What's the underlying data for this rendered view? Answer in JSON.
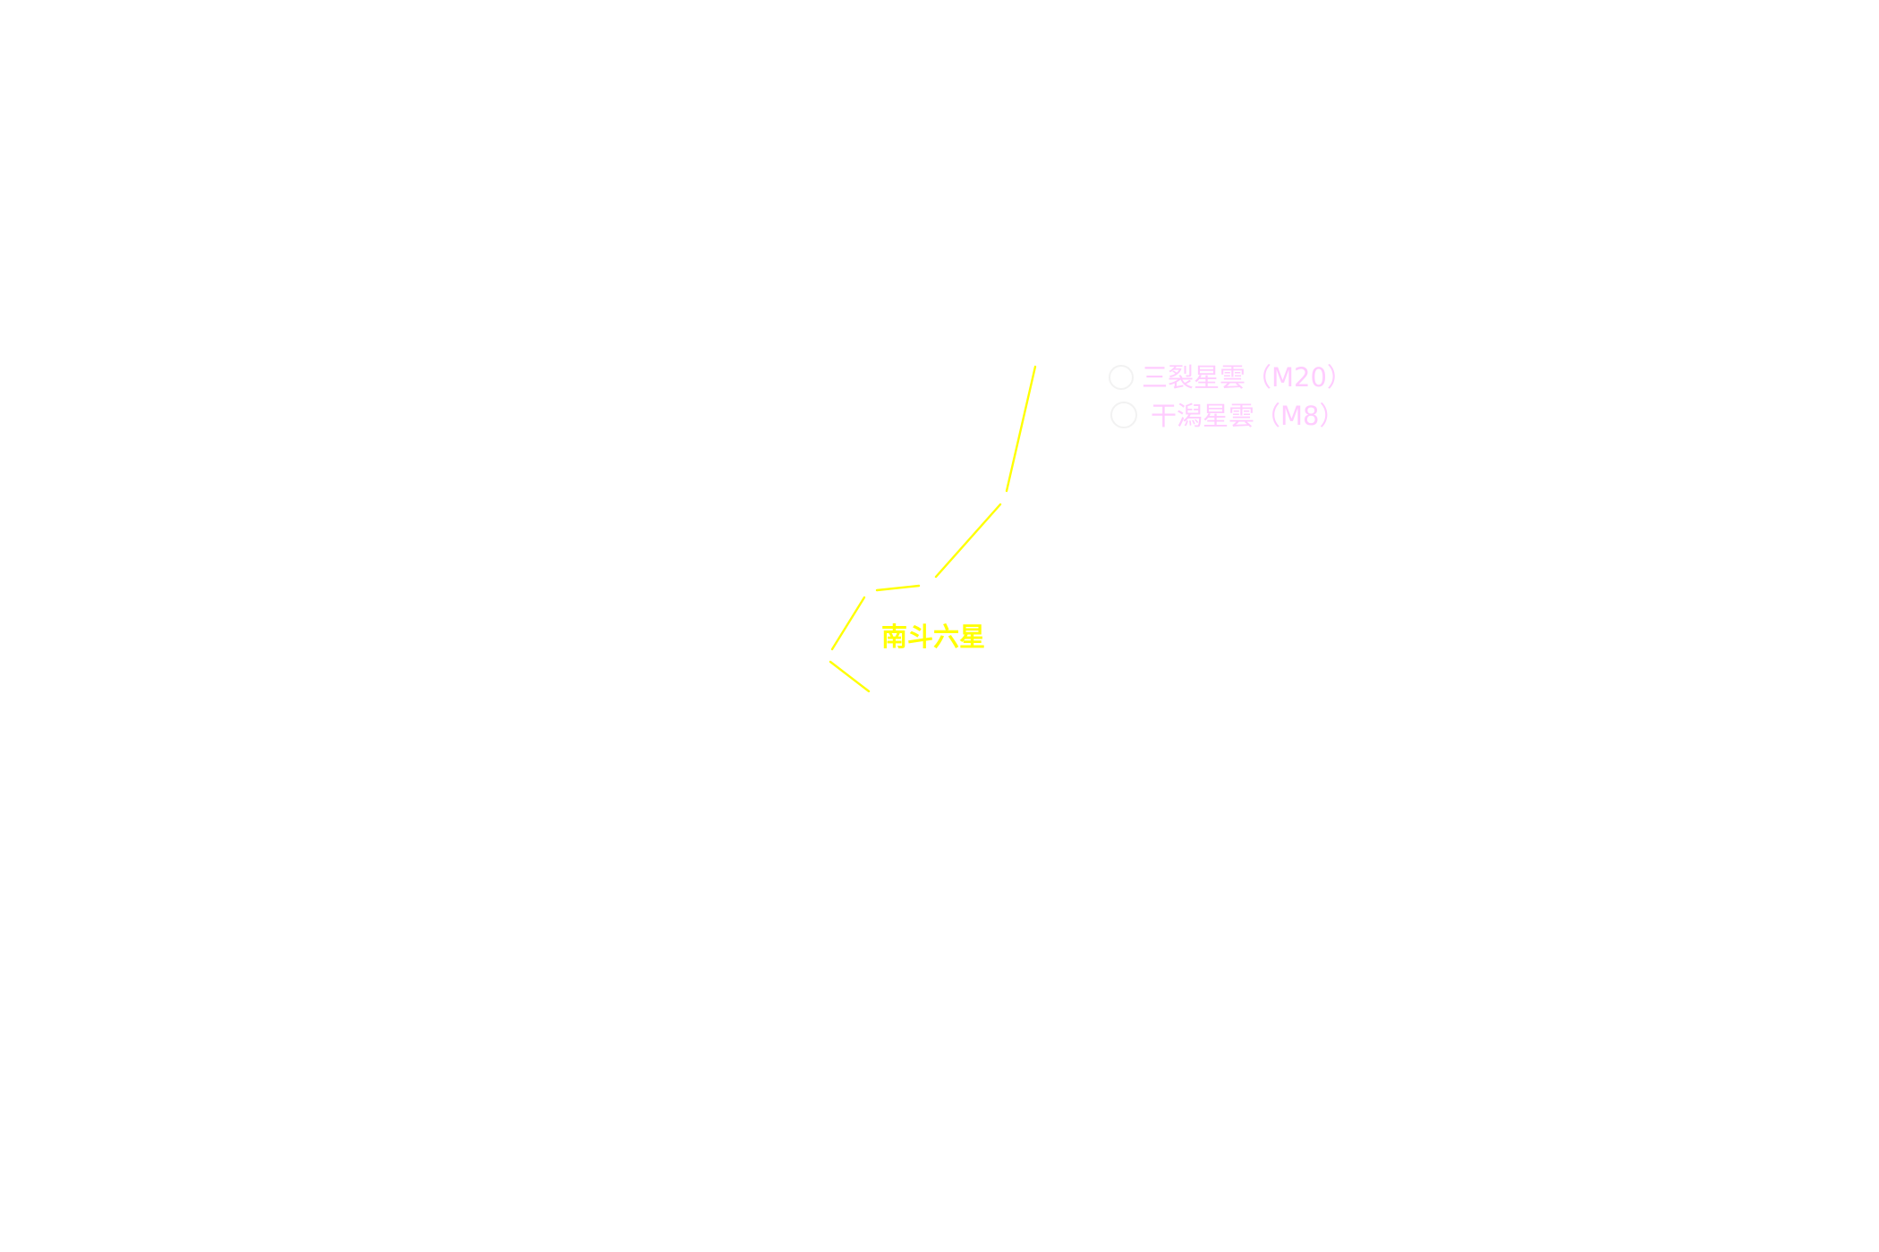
{
  "colors": {
    "background": "#ffffff",
    "asterism_line": "#ffff00",
    "asterism_label": "#ffff00",
    "nebula_label": "#ffccff",
    "nebula_marker": "#f2f2f2"
  },
  "asterism": {
    "label": "南斗六星"
  },
  "nebulae": [
    {
      "label": "三裂星雲（M20）"
    },
    {
      "label": "干潟星雲（M8）"
    }
  ]
}
